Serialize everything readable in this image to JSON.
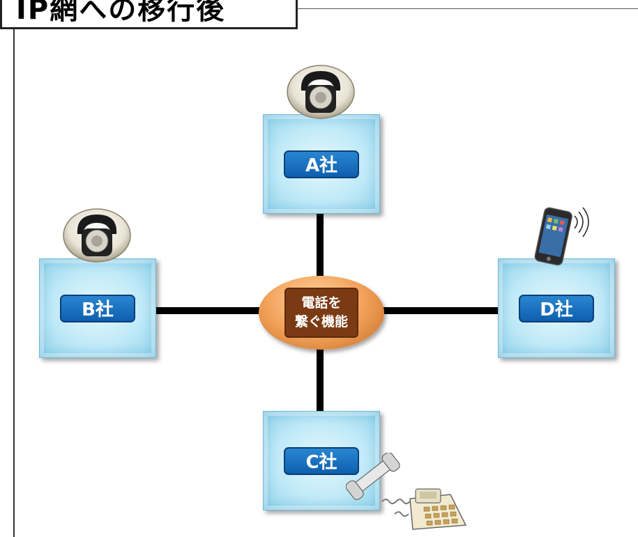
{
  "title": "IP網への移行後",
  "hub": {
    "line1": "電話を",
    "line2": "繋ぐ機能"
  },
  "companies": {
    "a": {
      "label": "A社",
      "device": "rotary-phone"
    },
    "b": {
      "label": "B社",
      "device": "rotary-phone"
    },
    "c": {
      "label": "C社",
      "device": "desk-phone"
    },
    "d": {
      "label": "D社",
      "device": "smartphone"
    }
  },
  "colors": {
    "box_fill": "#bfe9f7",
    "label_fill": "#1b73c2",
    "hub_fill": "#f2a25a",
    "hub_label_fill": "#7a3a14",
    "connector": "#000000"
  }
}
